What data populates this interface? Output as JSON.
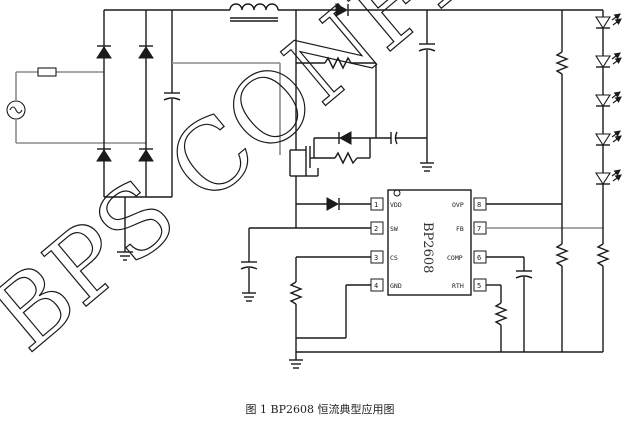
{
  "watermark": "BPS CONFIDE",
  "chip": {
    "part_number": "BP2608",
    "pins": [
      {
        "num": "1",
        "name": "VDD"
      },
      {
        "num": "2",
        "name": "SW"
      },
      {
        "num": "3",
        "name": "CS"
      },
      {
        "num": "4",
        "name": "GND"
      },
      {
        "num": "5",
        "name": "RTH"
      },
      {
        "num": "6",
        "name": "COMP"
      },
      {
        "num": "7",
        "name": "FB"
      },
      {
        "num": "8",
        "name": "OVP"
      }
    ]
  },
  "caption": "图 1 BP2608 恒流典型应用图"
}
